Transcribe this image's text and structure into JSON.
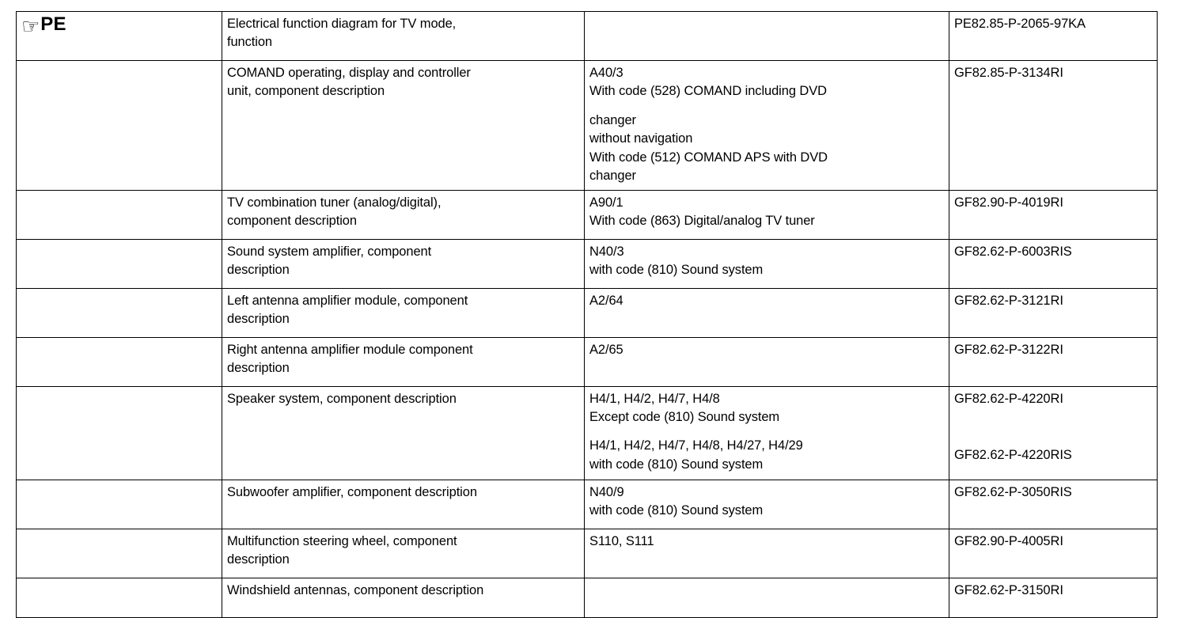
{
  "document": {
    "type": "service-information-table",
    "columns": [
      "reference",
      "description",
      "components",
      "document_number"
    ]
  },
  "reference_cell": {
    "icon": "pointing-hand-icon",
    "icon_glyph": "☞",
    "label": "PE"
  },
  "rows": [
    {
      "description": [
        "Electrical function diagram for TV mode,",
        "function"
      ],
      "components": [],
      "docnos": [
        "PE82.85-P-2065-97KA"
      ],
      "size": "r-two"
    },
    {
      "description": [
        "COMAND operating, display and controller",
        "unit, component description"
      ],
      "components": [
        "A40/3",
        "With code (528) COMAND including DVD",
        "changer",
        "without navigation",
        "With code (512) COMAND APS with DVD",
        "changer"
      ],
      "docnos": [
        "GF82.85-P-3134RI"
      ],
      "size": "r-tall"
    },
    {
      "description": [
        "TV combination tuner (analog/digital),",
        "component description"
      ],
      "components": [
        "A90/1",
        "With code (863) Digital/analog TV tuner"
      ],
      "docnos": [
        "GF82.90-P-4019RI"
      ],
      "size": "r-two"
    },
    {
      "description": [
        "Sound system amplifier, component",
        "description"
      ],
      "components": [
        "N40/3",
        "with code (810) Sound system"
      ],
      "docnos": [
        "GF82.62-P-6003RIS"
      ],
      "size": "r-two"
    },
    {
      "description": [
        "Left antenna amplifier module, component",
        "description"
      ],
      "components": [
        "A2/64"
      ],
      "docnos": [
        "GF82.62-P-3121RI"
      ],
      "size": "r-two"
    },
    {
      "description": [
        "Right antenna amplifier module component",
        "description"
      ],
      "components": [
        "A2/65"
      ],
      "docnos": [
        "GF82.62-P-3122RI"
      ],
      "size": "r-two"
    },
    {
      "description": [
        "Speaker system, component description"
      ],
      "components": [
        "H4/1, H4/2, H4/7, H4/8",
        "Except code (810) Sound system",
        "H4/1, H4/2, H4/7, H4/8, H4/27, H4/29",
        "with code (810) Sound system"
      ],
      "docnos": [
        "GF82.62-P-4220RI",
        "GF82.62-P-4220RIS"
      ],
      "size": "r-speaker"
    },
    {
      "description": [
        "Subwoofer amplifier, component description"
      ],
      "components": [
        "N40/9",
        "with code (810) Sound system"
      ],
      "docnos": [
        "GF82.62-P-3050RIS"
      ],
      "size": "r-two"
    },
    {
      "description": [
        "Multifunction steering wheel, component",
        "description"
      ],
      "components": [
        "S110, S111"
      ],
      "docnos": [
        "GF82.90-P-4005RI"
      ],
      "size": "r-two"
    },
    {
      "description": [
        "Windshield antennas, component description"
      ],
      "components": [],
      "docnos": [
        "GF82.62-P-3150RI"
      ],
      "size": "r-one"
    }
  ],
  "colors": {
    "text": "#000000",
    "background": "#ffffff",
    "border": "#000000"
  }
}
